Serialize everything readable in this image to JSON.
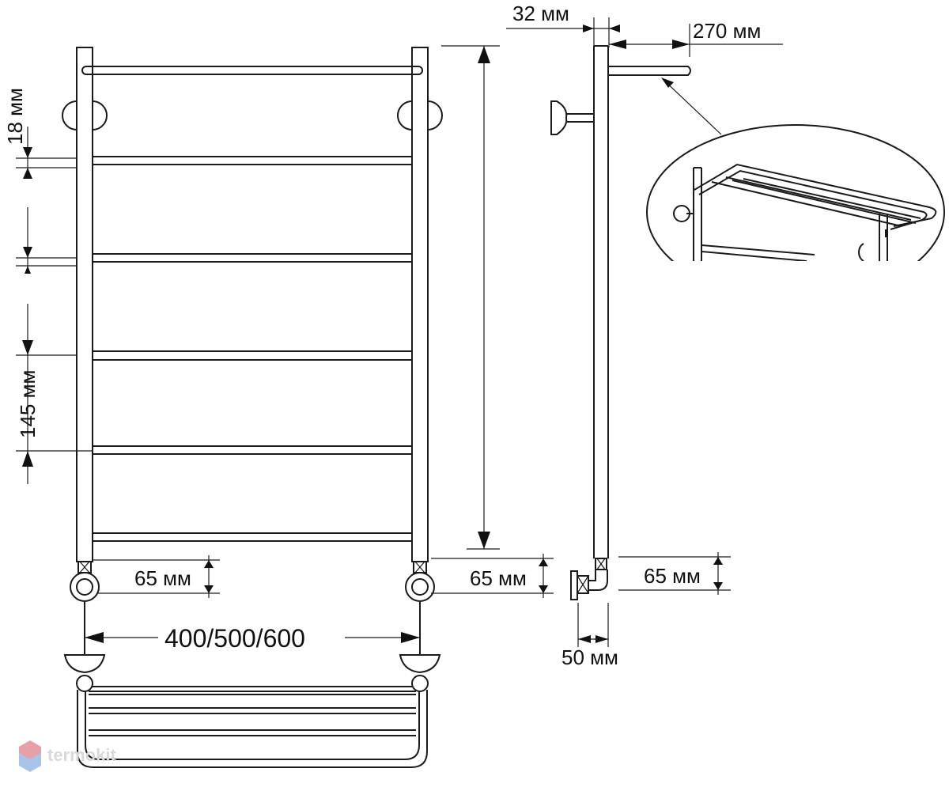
{
  "dimensions": {
    "pipe_diameter": "32 мм",
    "shelf_depth": "270 мм",
    "rung_gap": "18 мм",
    "section_height": "145 мм",
    "connection_left": "65 мм",
    "connection_right": "65 мм",
    "connection_side": "65 мм",
    "width_options": "400/500/600",
    "wall_offset": "50 мм"
  },
  "watermark": {
    "text": "termokit",
    "color": "#d9d9d9",
    "icon": "hexagon-logo-icon",
    "icon_colors": [
      "#e8a0a8",
      "#a8c4e8"
    ]
  }
}
